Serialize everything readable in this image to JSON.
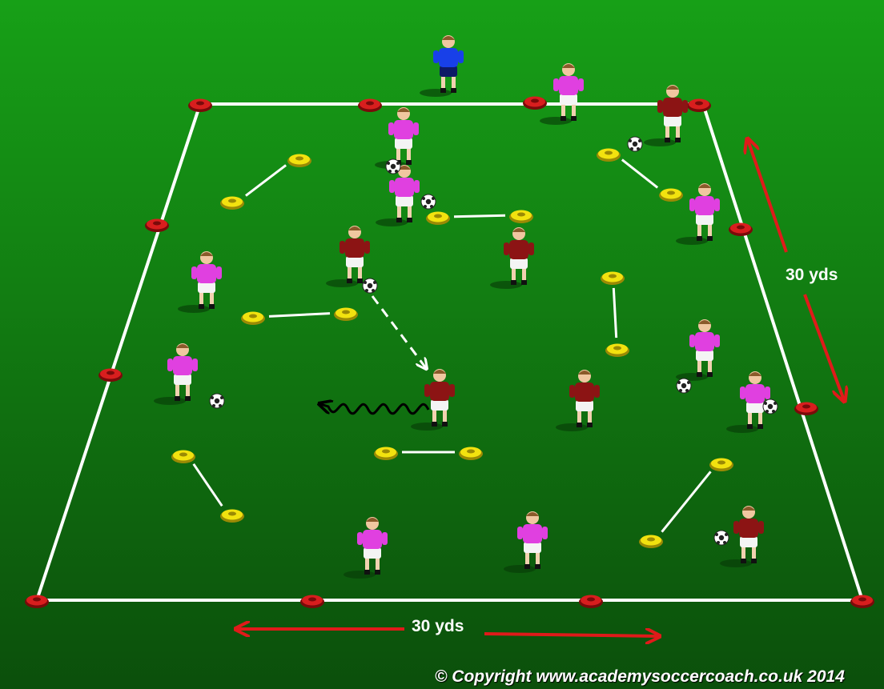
{
  "diagram": {
    "dimension_bottom": "30 yds",
    "dimension_right": "30 yds",
    "copyright": "© Copyright www.academysoccercoach.co.uk 2014"
  },
  "colors": {
    "pitch_top": "#17a017",
    "pitch_bottom": "#0b4f0b",
    "line": "#ffffff",
    "red_cone": "#d81e1e",
    "yellow_cone": "#f2e20f",
    "arrow": "#e01a1a",
    "team_pink_shirt": "#e040e0",
    "team_red_shirt": "#8c1414",
    "keeper_shirt": "#1840e8",
    "dribble_path": "#000000",
    "pass_path": "#ffffff"
  },
  "icons": {
    "boundary_cone": "red-cone-icon",
    "gate_cone": "yellow-cone-icon",
    "ball": "soccer-ball-icon",
    "player": "player-icon"
  }
}
